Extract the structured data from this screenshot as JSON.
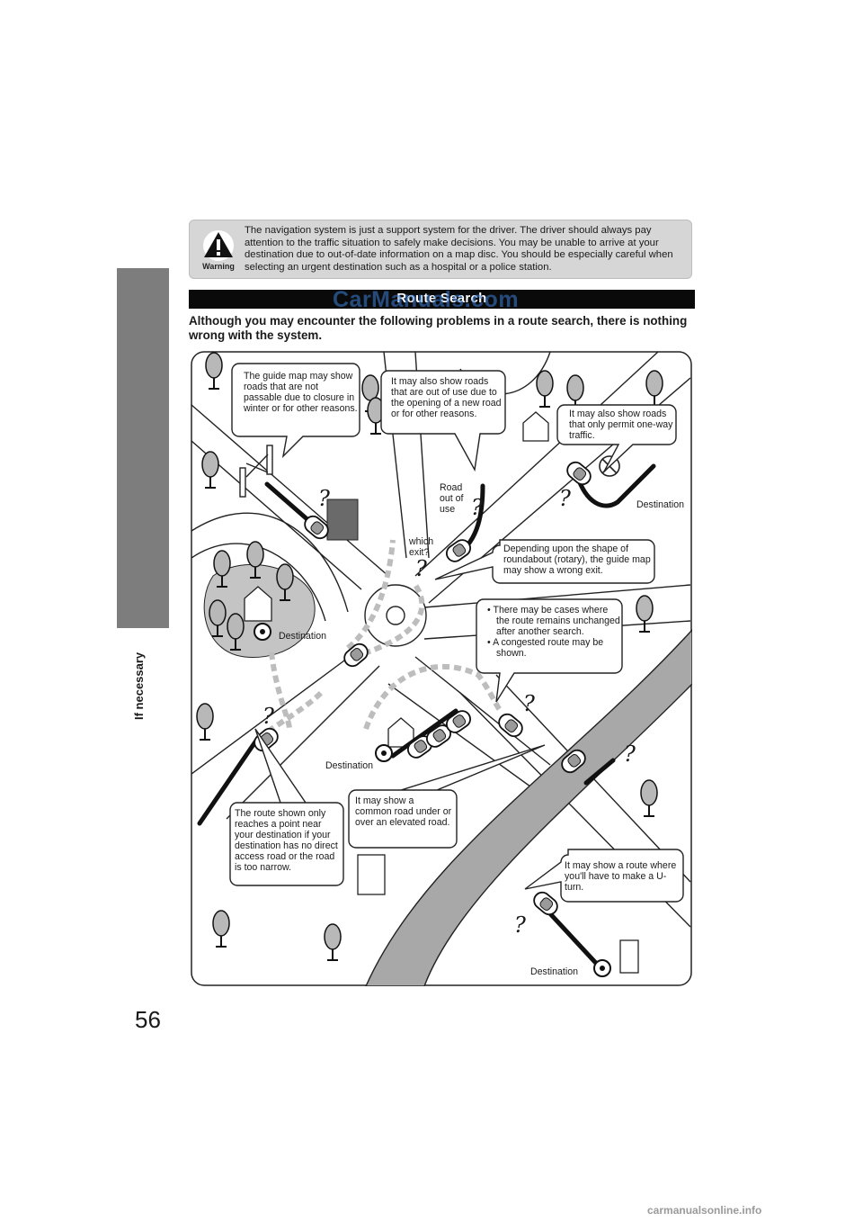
{
  "side_label": "If necessary",
  "page_number": "56",
  "warning": {
    "label": "Warning",
    "text": "The navigation system is just a support system for the driver. The driver should always pay attention to the traffic situation to safely make decisions. You may be unable to arrive at your destination due to out-of-date information on a map disc. You should be especially careful when selecting an urgent destination such as a hospital or a police station."
  },
  "section_title": "Route Search",
  "watermark": "CarManuals.com",
  "intro": "Although you may encounter the following problems in a route search, there is nothing wrong with the system.",
  "callouts": {
    "closure": "The guide map may show roads that are not passable due to closure in winter or for other reasons.",
    "out_of_use": "It may also show roads that are out of use due to the opening of a new road or for other reasons.",
    "one_way": "It may also show roads that only permit one-way traffic.",
    "roundabout": "Depending upon the shape of roundabout (rotary), the guide map may show a wrong exit.",
    "unchanged_1": "There may be cases where the route remains unchanged after another search.",
    "unchanged_2": "A congested route may be shown.",
    "near_dest": "The route shown only reaches a point near your destination if your destination has no direct access road or the road is too narrow.",
    "elevated": "It may show a common road under or over an elevated road.",
    "u_turn": "It may show a route where you'll have to make a U-turn."
  },
  "map_labels": {
    "road_out": "Road out of use",
    "which_exit": "which exit?",
    "destination": "Destination",
    "question": "?"
  },
  "footer": "carmanualsonline.info"
}
